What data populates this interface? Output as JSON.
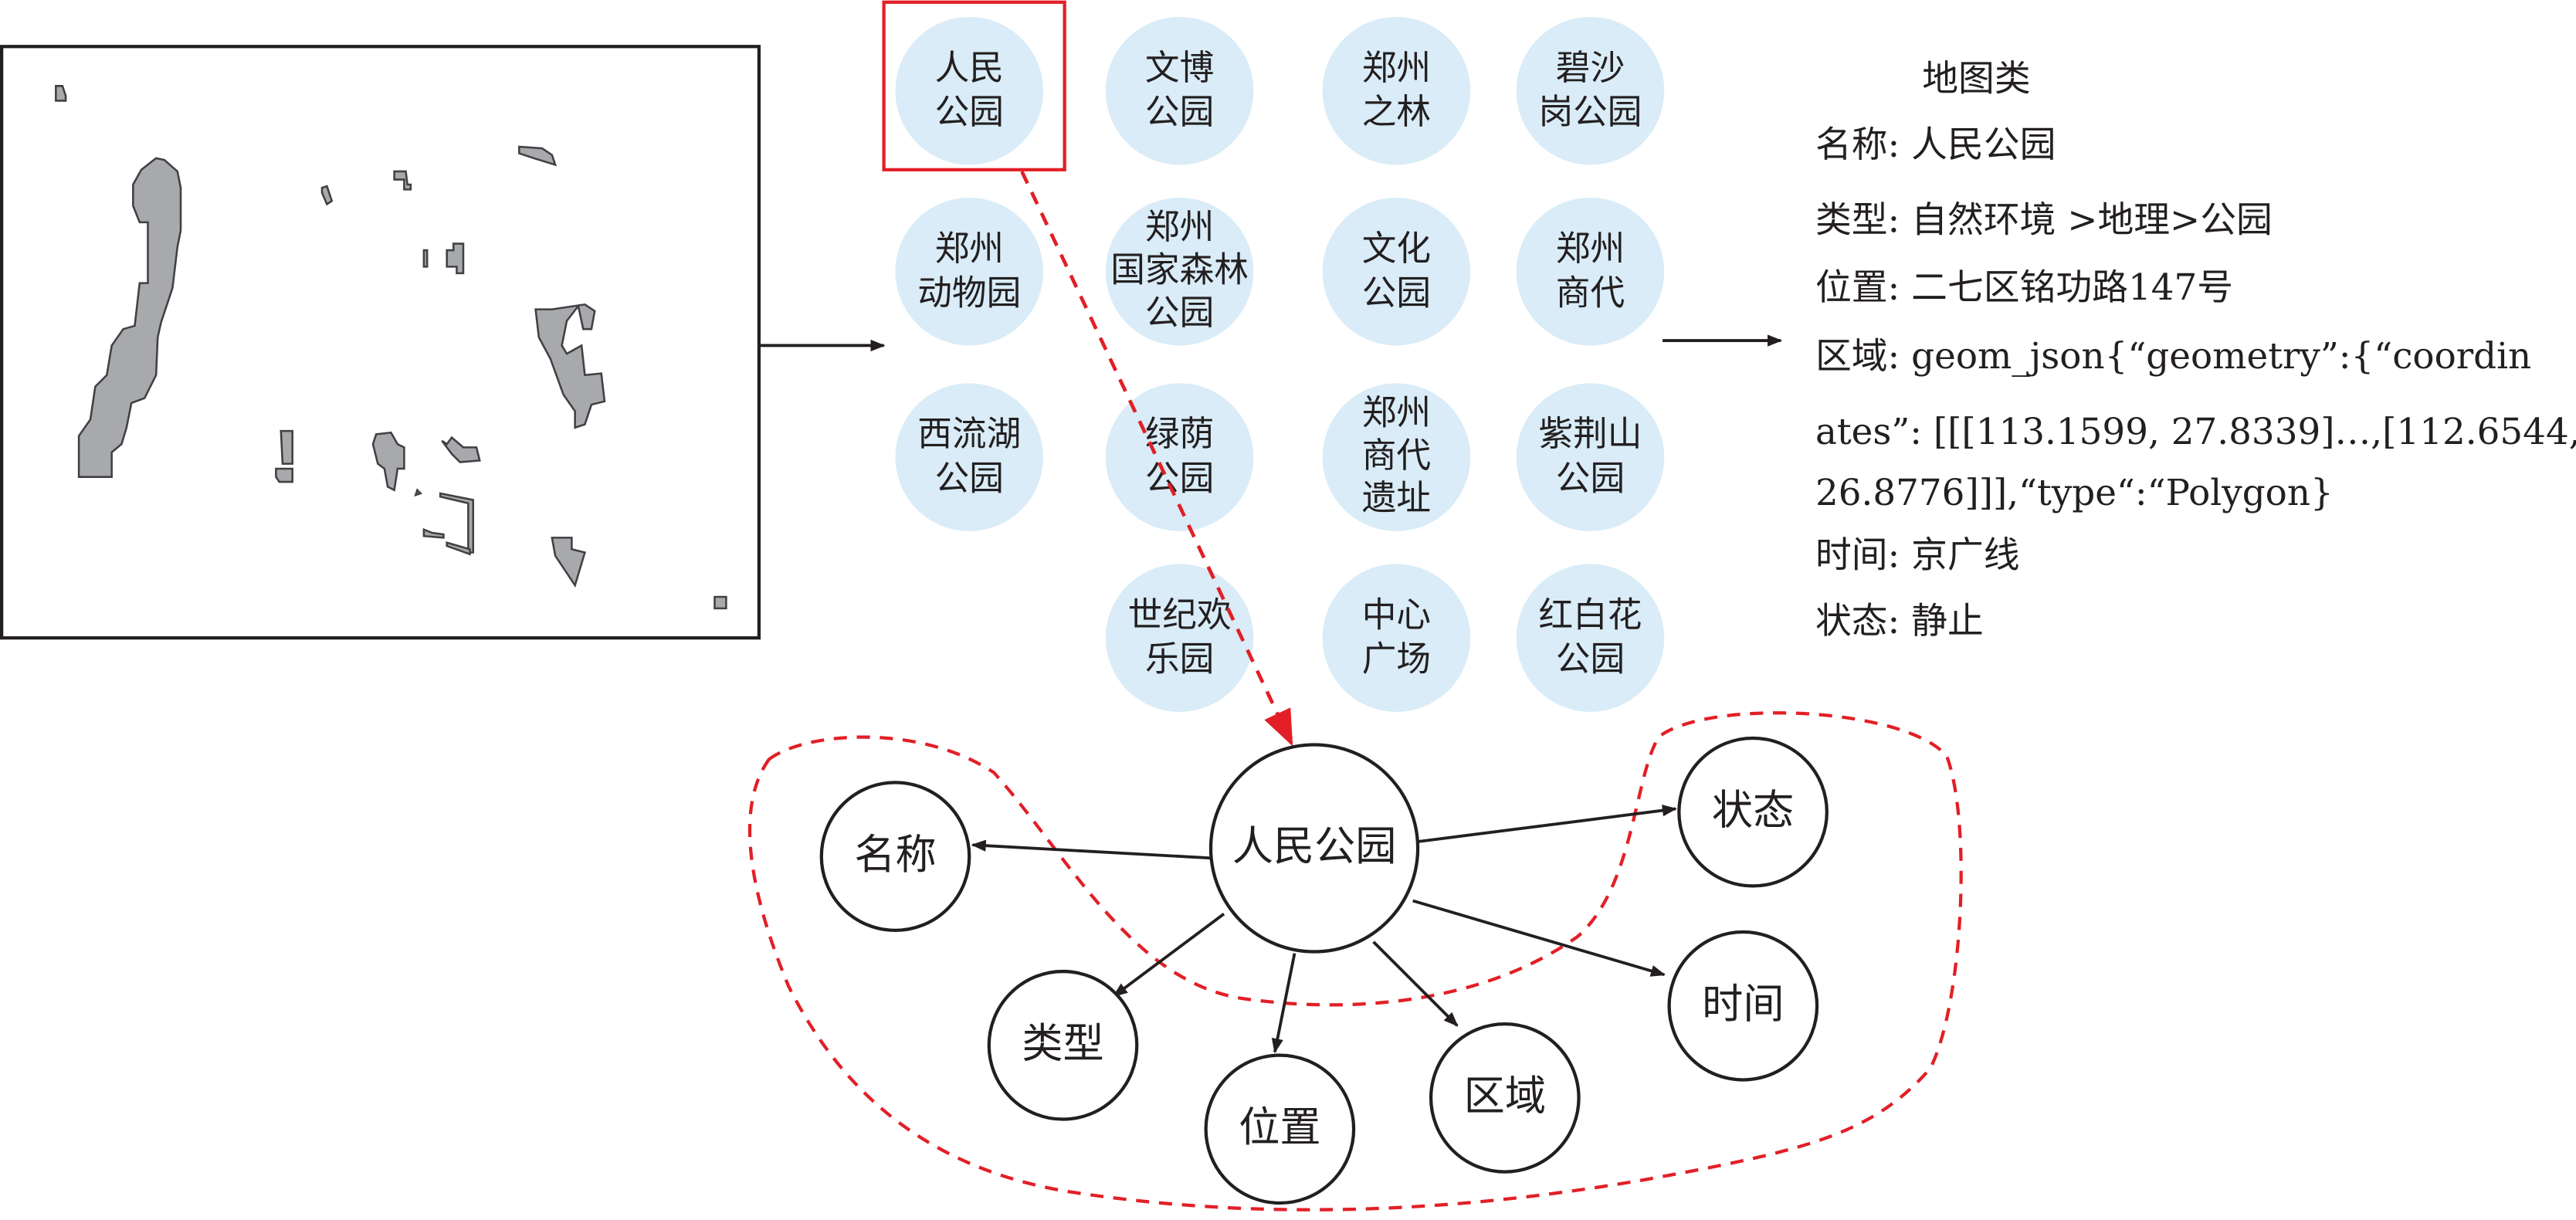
{
  "poi_grid": [
    {
      "lines": [
        "人民",
        "公园"
      ],
      "selected": true
    },
    {
      "lines": [
        "文博",
        "公园"
      ]
    },
    {
      "lines": [
        "郑州",
        "之林"
      ]
    },
    {
      "lines": [
        "碧沙",
        "岗公园"
      ]
    },
    {
      "lines": [
        "郑州",
        "动物园"
      ]
    },
    {
      "lines": [
        "郑州",
        "国家森林",
        "公园"
      ]
    },
    {
      "lines": [
        "文化",
        "公园"
      ]
    },
    {
      "lines": [
        "郑州",
        "商代"
      ]
    },
    {
      "lines": [
        "西流湖",
        "公园"
      ]
    },
    {
      "lines": [
        "绿荫",
        "公园"
      ]
    },
    {
      "lines": [
        "郑州",
        "商代",
        "遗址"
      ]
    },
    {
      "lines": [
        "紫荆山",
        "公园"
      ]
    },
    {
      "lines": [
        "世纪欢",
        "乐园"
      ]
    },
    {
      "lines": [
        "中心",
        "广场"
      ]
    },
    {
      "lines": [
        "红白花",
        "公园"
      ]
    }
  ],
  "info_panel": {
    "title": "地图类",
    "lines": [
      "名称: 人民公园",
      "类型: 自然环境 >地理>公园",
      "位置: 二七区铭功路147号",
      "区域: geom_json{“geometry”:{“coordin",
      "ates”: [[[113.1599, 27.8339]…,[112.6544,",
      "26.8776]]],“type“:“Polygon}",
      "时间: 京广线",
      "状态: 静止"
    ]
  },
  "graph": {
    "center": "人民公园",
    "attributes": [
      "名称",
      "类型",
      "位置",
      "区域",
      "时间",
      "状态"
    ]
  },
  "colors": {
    "poi_fill": "#d9ecf7",
    "highlight": "#e21f26",
    "polygon": "#a7a9ac",
    "ink": "#231f20"
  }
}
